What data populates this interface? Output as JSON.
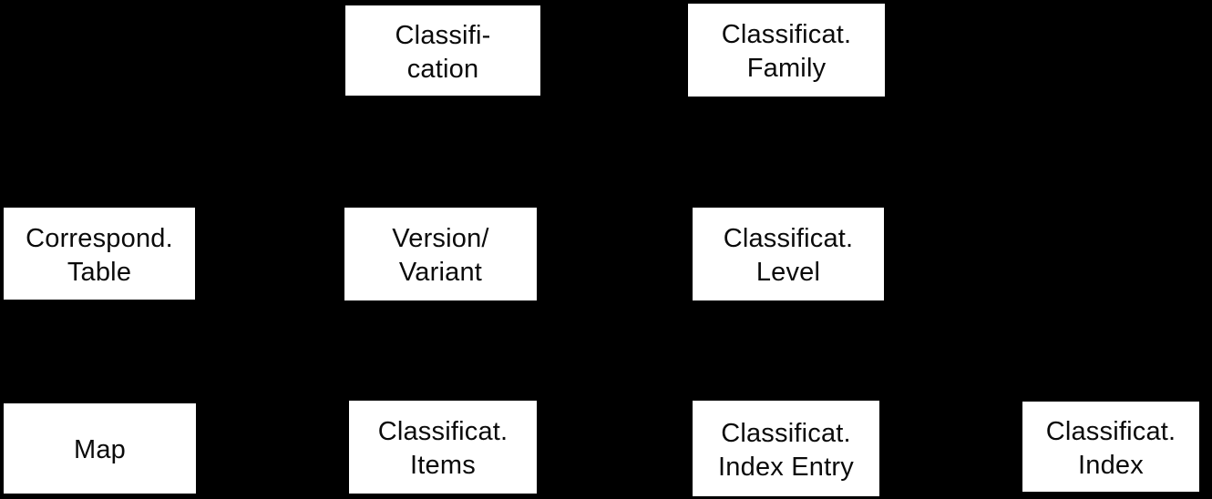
{
  "colors": {
    "background": "#000000",
    "node_fill": "#ffffff",
    "node_text": "#0a0a0a"
  },
  "diagram": {
    "type": "entity-diagram",
    "nodes": [
      {
        "name": "classification",
        "line1": "Classifi-",
        "line2": "cation",
        "row": 1,
        "col": 2
      },
      {
        "name": "classification-family",
        "line1": "Classificat.",
        "line2": "Family",
        "row": 1,
        "col": 3
      },
      {
        "name": "correspondence-table",
        "line1": "Correspond.",
        "line2": "Table",
        "row": 2,
        "col": 1
      },
      {
        "name": "version-variant",
        "line1": "Version/",
        "line2": "Variant",
        "row": 2,
        "col": 2
      },
      {
        "name": "classification-level",
        "line1": "Classificat.",
        "line2": "Level",
        "row": 2,
        "col": 3
      },
      {
        "name": "map",
        "line1": "Map",
        "line2": "",
        "row": 3,
        "col": 1
      },
      {
        "name": "classification-items",
        "line1": "Classificat.",
        "line2": "Items",
        "row": 3,
        "col": 2
      },
      {
        "name": "classification-index-entry",
        "line1": "Classificat.",
        "line2": "Index Entry",
        "row": 3,
        "col": 3
      },
      {
        "name": "classification-index",
        "line1": "Classificat.",
        "line2": "Index",
        "row": 3,
        "col": 4
      }
    ]
  }
}
